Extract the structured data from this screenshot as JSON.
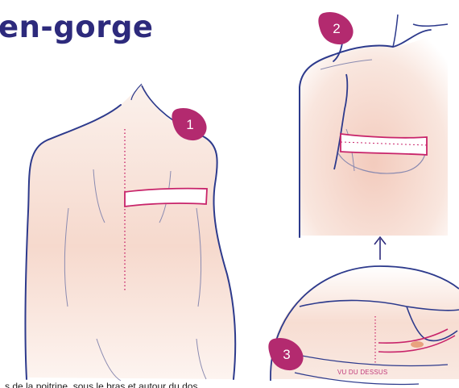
{
  "title": "en-gorge",
  "badges": [
    "1",
    "2",
    "3"
  ],
  "caption": "VU DU DESSUS",
  "footer_fragment": "s de la poitrine, sous le bras et autour du dos",
  "colors": {
    "title": "#2d2a7c",
    "outline": "#2d3a8c",
    "tape": "#c8246a",
    "badge": "#b32a6f",
    "skin": "#f6ddd2"
  },
  "icons": [
    "arrow-up-icon"
  ]
}
